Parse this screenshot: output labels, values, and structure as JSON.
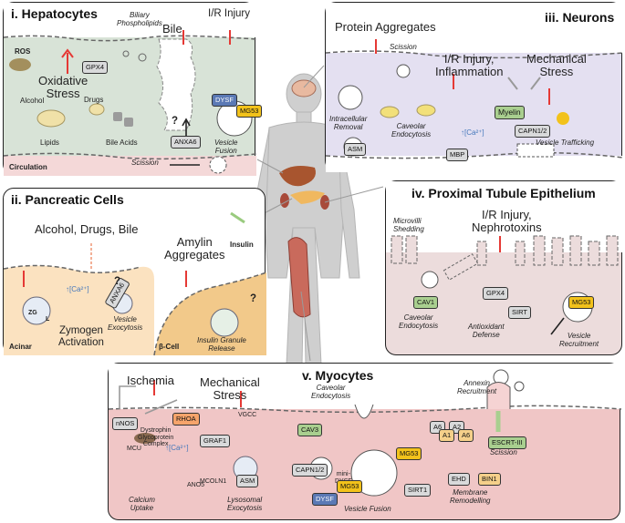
{
  "colors": {
    "hepatocyte_fill": "#d8e3d7",
    "circulation_fill": "#f4d8d8",
    "neuron_fill": "#e4e0f1",
    "pancreas_acinar_fill": "#fbe2c0",
    "beta_cell_fill": "#f2c98a",
    "tubule_fill": "#ecdcdc",
    "myocyte_fill": "#f0c6c6",
    "arrow_red": "#e53935",
    "membrane_gray": "#8a8a8a"
  },
  "panel_hepatocytes": {
    "title": "i. Hepatocytes",
    "biliary": "Biliary\nPhospholipids",
    "bile": "Bile",
    "ir_injury": "I/R Injury",
    "ros": "ROS",
    "gpx4": "GPX4",
    "oxidative": "Oxidative\nStress",
    "alcohol": "Alcohol",
    "drugs": "Drugs",
    "lipids": "Lipids",
    "bile_acids": "Bile Acids",
    "dysf": "DYSF",
    "mg53": "MG53",
    "anxa6": "ANXA6",
    "vesicle_fusion": "Vesicle\nFusion",
    "question": "?",
    "circulation": "Circulation",
    "scission": "Scission"
  },
  "panel_neurons": {
    "title": "iii. Neurons",
    "protein_aggregates": "Protein Aggregates",
    "scission": "Scission",
    "ir_injury": "I/R Injury,\nInflammation",
    "mechanical_stress": "Mechanical\nStress",
    "myelin": "Myelin",
    "intracellular_removal": "Intracellular\nRemoval",
    "caveolar_endocytosis": "Caveolar\nEndocytosis",
    "calcium": "↑[Ca²⁺]",
    "capn": "CAPN1/2",
    "vesicle_trafficking": "Vesicle Trafficking",
    "asm": "ASM",
    "mbp": "MBP"
  },
  "panel_pancreas": {
    "title": "ii. Pancreatic Cells",
    "triggers": "Alcohol, Drugs, Bile",
    "amylin": "Amylin\nAggregates",
    "insulin": "Insulin",
    "calcium": "↑[Ca²⁺]",
    "anxa6": "ANXA6",
    "zg": "ZG",
    "l": "L",
    "zymogen": "Zymogen\nActivation",
    "vesicle_exocytosis": "Vesicle\nExocytosis",
    "acinar": "Acinar",
    "beta_cell": "β-Cell",
    "insulin_release": "Insulin Granule\nRelease",
    "question": "?"
  },
  "panel_tubule": {
    "title": "iv. Proximal Tubule Epithelium",
    "microvilli": "Microvilli\nShedding",
    "ir_injury": "I/R Injury,\nNephrotoxins",
    "cav1": "CAV1",
    "gpx4": "GPX4",
    "sirt": "SIRT",
    "mg53": "MG53",
    "caveolar": "Caveolar\nEndocytosis",
    "antioxidant": "Antioxidant\nDefense",
    "vesicle_recruitment": "Vesicle\nRecruitment"
  },
  "panel_myocytes": {
    "title": "v. Myocytes",
    "ischemia": "Ischemia",
    "mechanical_stress": "Mechanical\nStress",
    "vgcc": "VGCC",
    "caveolar": "Caveolar\nEndocytosis",
    "annexin_recruitment": "Annexin\nRecruitment",
    "nnos": "nNOS",
    "dystrophin": "Dystrophin\nGlycoprotein\nComplex",
    "rhoa": "RHOA",
    "mcu": "MCU",
    "calcium": "↑[Ca²⁺]",
    "graf1": "GRAF1",
    "mcoln1": "MCOLN1",
    "asm": "ASM",
    "cav3": "CAV3",
    "capn": "CAPN1/2",
    "mini_dysf": "mini-\nDYSF",
    "dysf": "DYSF",
    "mg53a": "MG53",
    "mg53b": "MG53",
    "sirt1": "SIRT1",
    "ano5": "ANO5",
    "calcium_uptake": "Calcium\nUptake",
    "lysosomal": "Lysosomal\nExocytosis",
    "vesicle_fusion": "Vesicle Fusion",
    "ehd": "EHD",
    "bin1": "BIN1",
    "membrane_remodelling": "Membrane\nRemodelling",
    "a6a": "A6",
    "a2": "A2",
    "a1": "A1",
    "a6b": "A6",
    "escrt": "ESCRT-III",
    "scission": "Scission"
  }
}
